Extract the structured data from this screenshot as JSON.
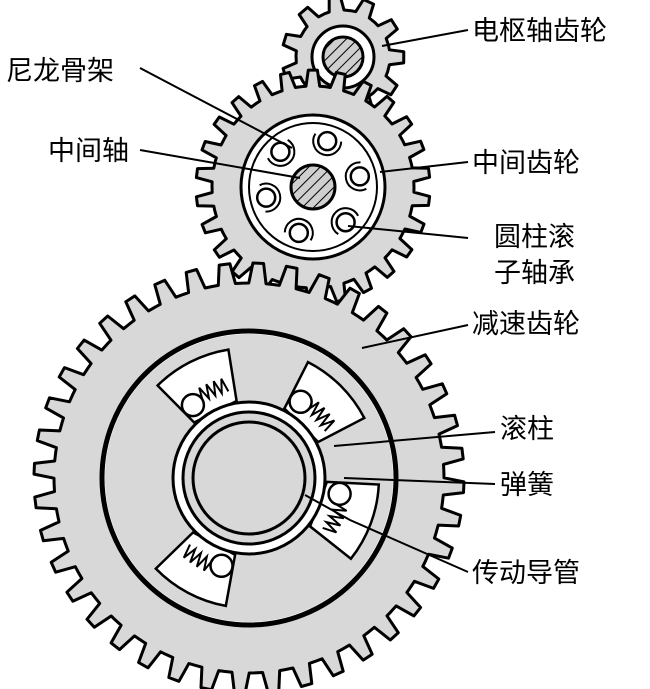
{
  "labels": {
    "armature_gear": "电枢轴齿轮",
    "nylon_frame": "尼龙骨架",
    "intermediate_shaft": "中间轴",
    "intermediate_gear": "中间齿轮",
    "roller_bearing_line1": "圆柱滚",
    "roller_bearing_line2": "子轴承",
    "reduction_gear": "减速齿轮",
    "roller": "滚柱",
    "spring": "弹簧",
    "drive_sleeve": "传动导管"
  },
  "colors": {
    "gear_fill": "#d8d8d8",
    "stroke": "#000000",
    "background": "#ffffff"
  }
}
